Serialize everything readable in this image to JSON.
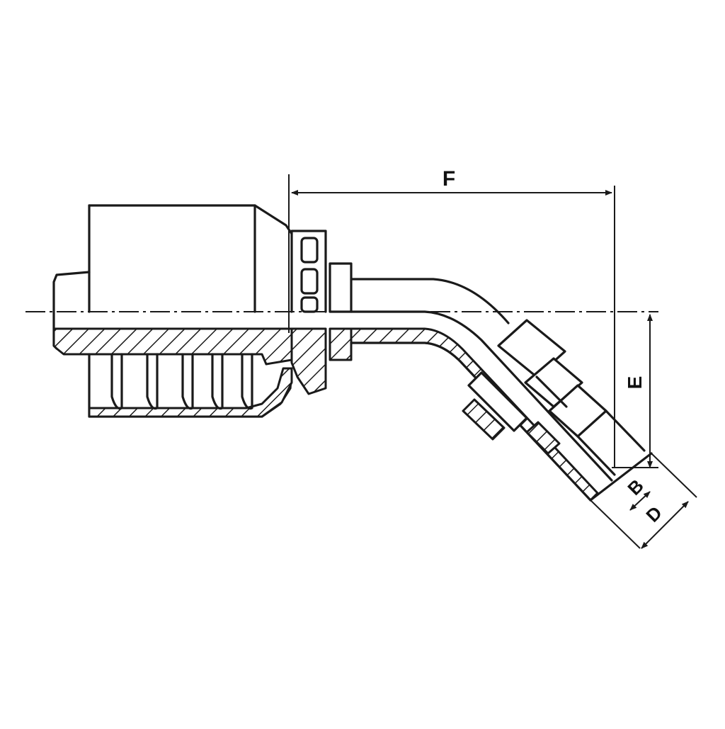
{
  "diagram": {
    "dimension_labels": {
      "F": "F",
      "E": "E",
      "B": "B",
      "D": "D"
    },
    "colors": {
      "line": "#1a1a1a",
      "background": "#ffffff"
    }
  }
}
